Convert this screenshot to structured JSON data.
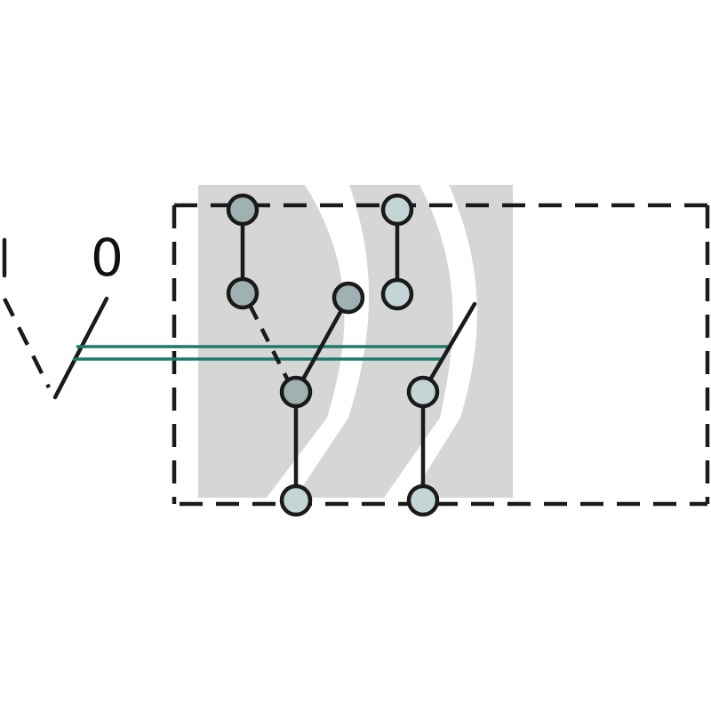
{
  "labels": {
    "position_on": "I",
    "position_off": "0"
  },
  "colors": {
    "background": "#ffffff",
    "line": "#1a1a1a",
    "terminal_dark": "#9fb1b0",
    "terminal_light": "#c3d5d4",
    "linkage": "#1e7a6c",
    "watermark": "#d6d6d6"
  },
  "icons": {
    "watermark": "brand-logo-watermark",
    "actuator": "switch-actuator-icon"
  }
}
